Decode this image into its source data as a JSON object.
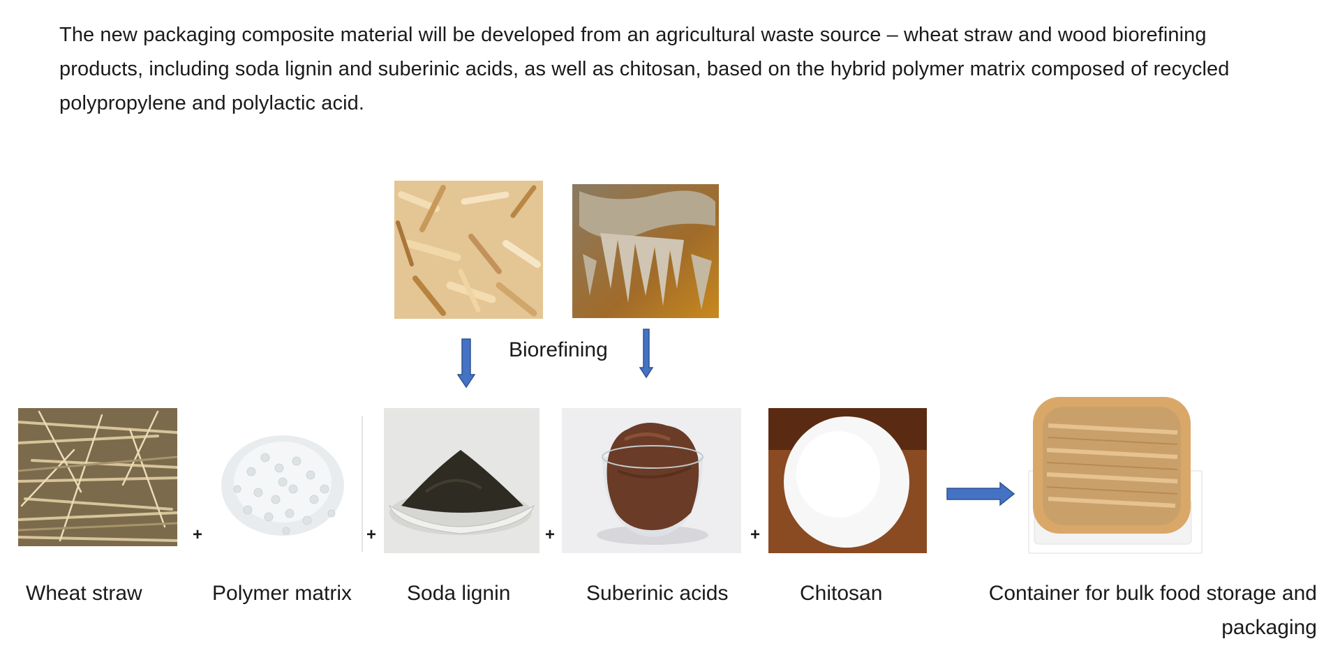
{
  "intro_text": "The new packaging composite material will be developed from an agricultural waste source – wheat straw and wood biorefining products, including soda lignin and suberinic acids, as well as chitosan, based on the hybrid polymer matrix composed of recycled polypropylene and polylactic acid.",
  "process": {
    "label": "Biorefining"
  },
  "materials": [
    {
      "label": "Wheat straw",
      "icon": "wheat-straw-photo"
    },
    {
      "label": "Polymer matrix",
      "icon": "polymer-granules-photo"
    },
    {
      "label": "Soda lignin",
      "icon": "soda-lignin-powder-photo"
    },
    {
      "label": "Suberinic acids",
      "icon": "suberinic-acids-bowl-photo"
    },
    {
      "label": "Chitosan",
      "icon": "chitosan-powder-photo"
    }
  ],
  "sources": [
    {
      "icon": "wood-chips-photo"
    },
    {
      "icon": "birch-bark-photo"
    }
  ],
  "plus_sign": "+",
  "product": {
    "label": "Container for bulk food storage and packaging",
    "icon": "wooden-container-photo"
  },
  "colors": {
    "arrow_fill": "#4472c4",
    "arrow_stroke": "#2f528f",
    "text": "#1a1a1a"
  }
}
